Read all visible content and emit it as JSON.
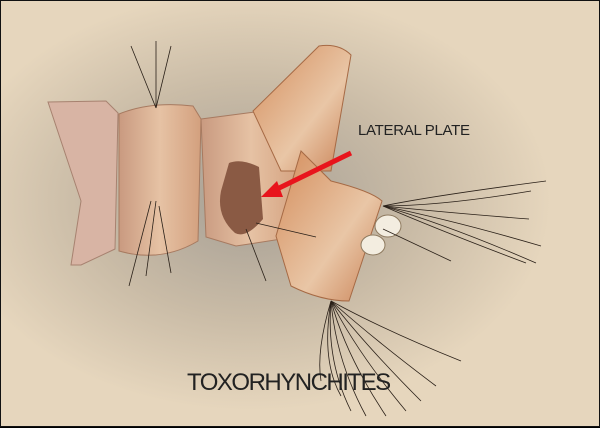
{
  "figure": {
    "subject": "mosquito larva terminal abdominal segments",
    "annotation_label": "LATERAL PLATE",
    "title": "TOXORHYNCHITES",
    "arrow_color": "#e8141c",
    "body_color": "#d9a27a",
    "plate_color": "#8a5a44"
  }
}
